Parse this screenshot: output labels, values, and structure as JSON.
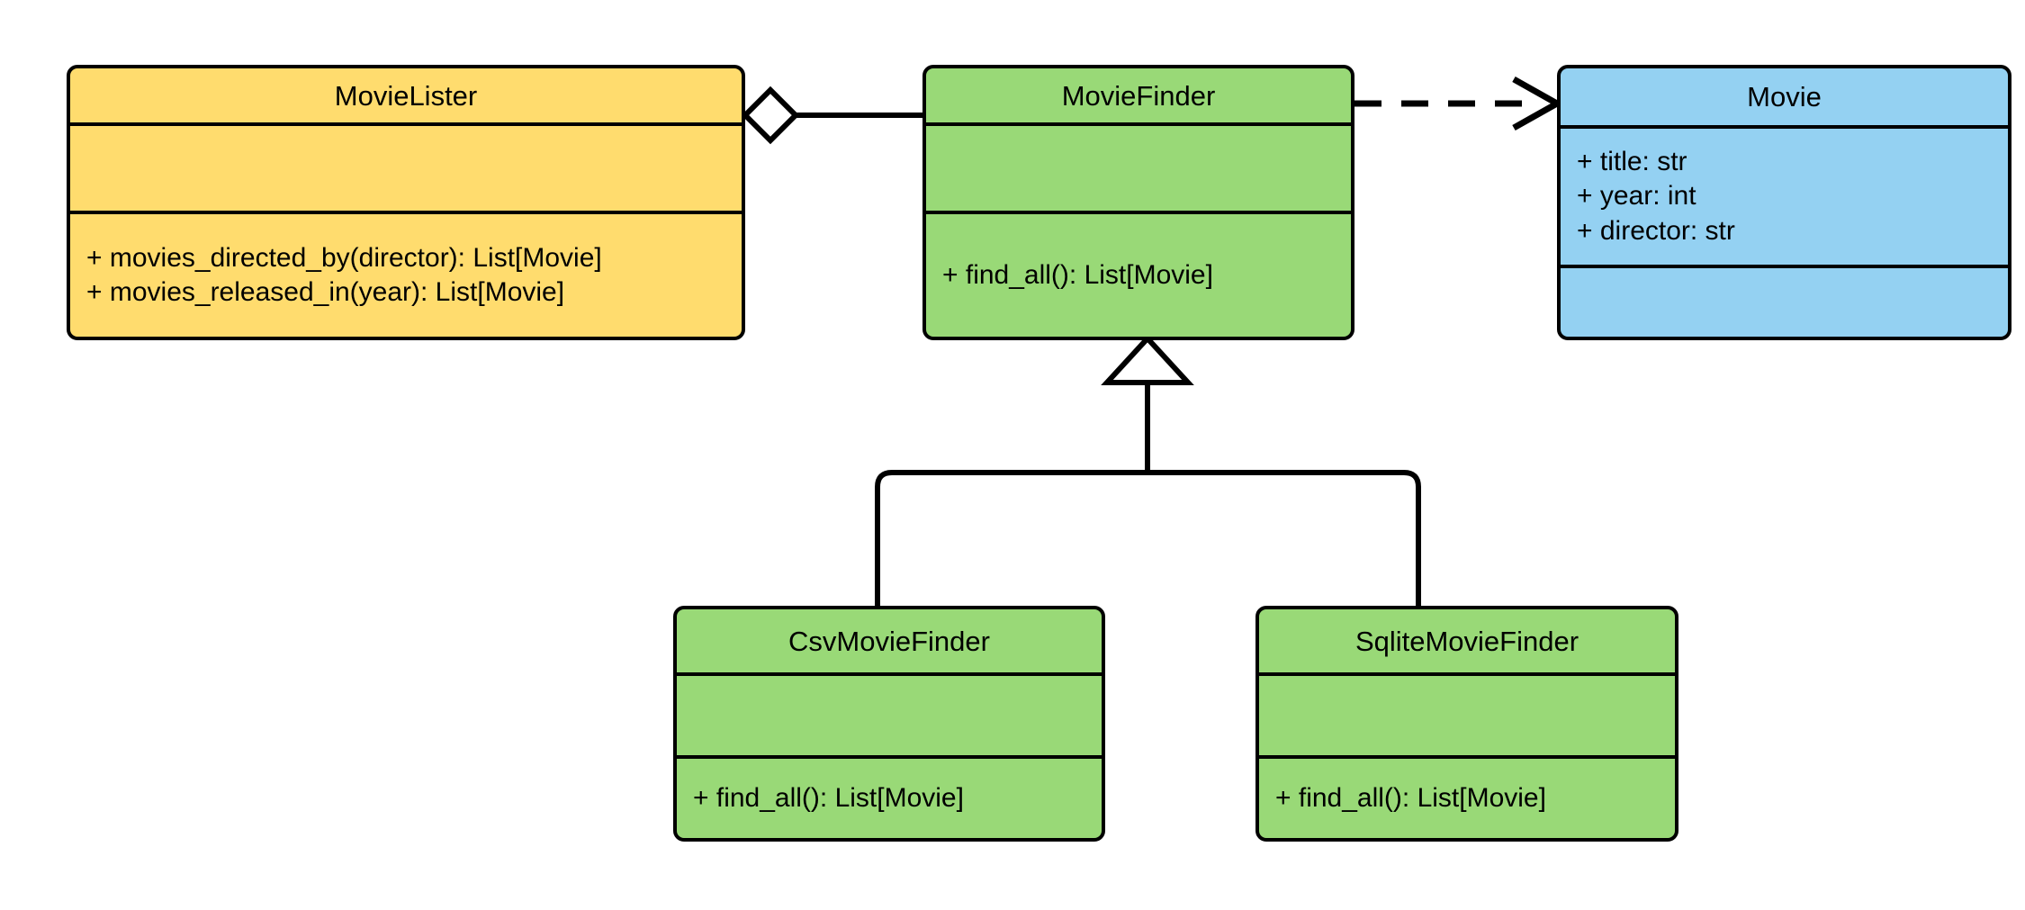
{
  "diagram": {
    "type": "uml-class-diagram",
    "background": "#ffffff",
    "stroke": "#000000"
  },
  "palette": {
    "yellow": "#FFDC6E",
    "green": "#99D977",
    "blue": "#94D1F2",
    "line": "#000000",
    "fill_white": "#ffffff"
  },
  "classes": [
    {
      "id": "movielister",
      "name": "MovieLister",
      "color": "#FFDC6E",
      "attributes": [],
      "methods": [
        "+ movies_directed_by(director): List[Movie]",
        "+ movies_released_in(year): List[Movie]"
      ]
    },
    {
      "id": "moviefinder",
      "name": "MovieFinder",
      "color": "#99D977",
      "attributes": [],
      "methods": [
        "+ find_all(): List[Movie]"
      ]
    },
    {
      "id": "movie",
      "name": "Movie",
      "color": "#94D1F2",
      "attributes": [
        "+ title: str",
        "+ year: int",
        "+ director: str"
      ],
      "methods": []
    },
    {
      "id": "csvmoviefinder",
      "name": "CsvMovieFinder",
      "color": "#99D977",
      "attributes": [],
      "methods": [
        "+ find_all(): List[Movie]"
      ]
    },
    {
      "id": "sqlitemoviefinder",
      "name": "SqliteMovieFinder",
      "color": "#99D977",
      "attributes": [],
      "methods": [
        "+ find_all(): List[Movie]"
      ]
    }
  ],
  "relationships": [
    {
      "id": "aggregation-lister-finder",
      "kind": "aggregation",
      "from": "MovieLister",
      "to": "MovieFinder",
      "line": "solid",
      "source_marker": "hollow-diamond",
      "target_marker": "none"
    },
    {
      "id": "dependency-finder-movie",
      "kind": "dependency",
      "from": "MovieFinder",
      "to": "Movie",
      "line": "dashed",
      "source_marker": "none",
      "target_marker": "open-arrow"
    },
    {
      "id": "generalization-csv-finder",
      "kind": "generalization",
      "from": "CsvMovieFinder",
      "to": "MovieFinder",
      "line": "solid",
      "source_marker": "none",
      "target_marker": "hollow-triangle"
    },
    {
      "id": "generalization-sqlite-finder",
      "kind": "generalization",
      "from": "SqliteMovieFinder",
      "to": "MovieFinder",
      "line": "solid",
      "source_marker": "none",
      "target_marker": "hollow-triangle"
    }
  ]
}
